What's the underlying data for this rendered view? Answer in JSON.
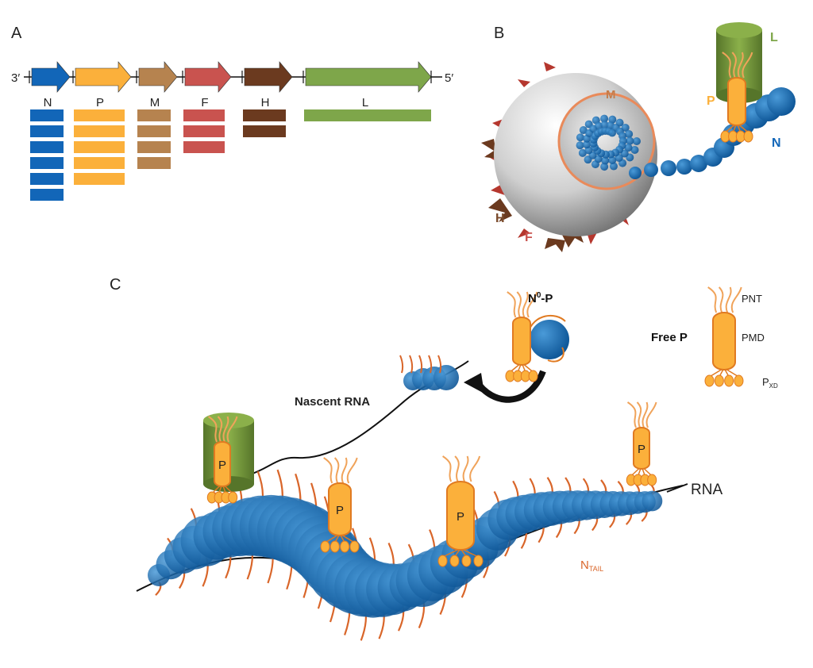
{
  "panels": {
    "a": "A",
    "b": "B",
    "c": "C"
  },
  "genome": {
    "end3": "3′",
    "end5": "5′",
    "genes": [
      {
        "key": "N",
        "label": "N",
        "color": "#1266b8",
        "bars": 6
      },
      {
        "key": "P",
        "label": "P",
        "color": "#fbb03b",
        "bars": 5
      },
      {
        "key": "M",
        "label": "M",
        "color": "#b6834f",
        "bars": 4
      },
      {
        "key": "F",
        "label": "F",
        "color": "#c9534f",
        "bars": 3
      },
      {
        "key": "H",
        "label": "H",
        "color": "#6b3a1f",
        "bars": 2
      },
      {
        "key": "L",
        "label": "L",
        "color": "#7ea64a",
        "bars": 1
      }
    ]
  },
  "virion": {
    "m": "M",
    "l": "L",
    "p": "P",
    "n": "N",
    "h": "H",
    "f": "F"
  },
  "replication": {
    "n0p": "N⁰-P",
    "n0p_base": "N",
    "n0p_sup": "0",
    "n0p_rest": "-P",
    "free_p": "Free P",
    "pnt": "PNT",
    "pmd": "PMD",
    "pxd_base": "P",
    "pxd_sub": "XD",
    "nascent": "Nascent RNA",
    "rna": "RNA",
    "ntail_base": "N",
    "ntail_sub": "TAIL",
    "p_label": "P"
  },
  "colors": {
    "n_blue": "#1266b8",
    "p_orange": "#fbb03b",
    "p_outline": "#e07a21",
    "l_green": "#6f8e34",
    "tail": "#d9662a",
    "m_ring": "#e98a5a"
  }
}
